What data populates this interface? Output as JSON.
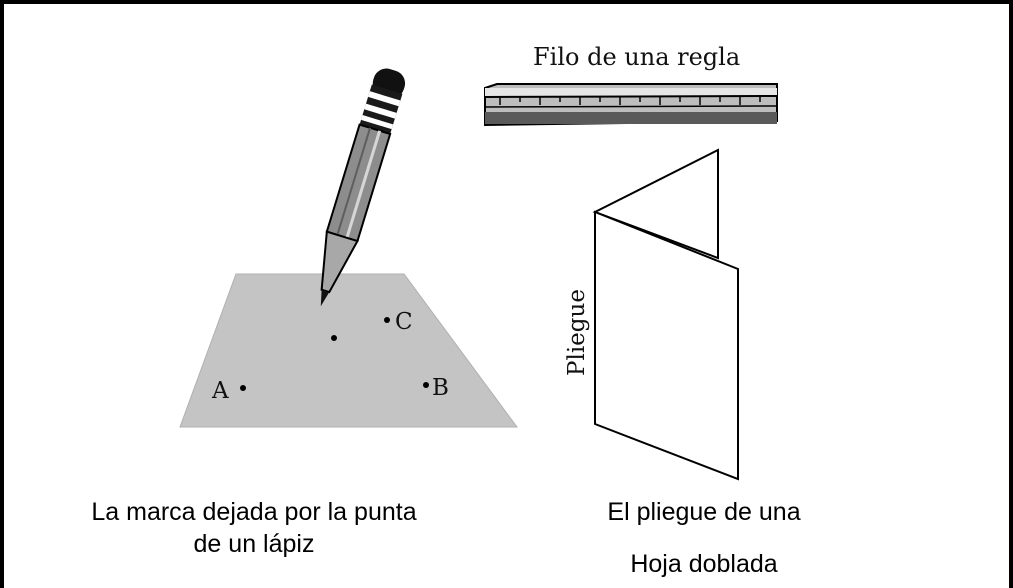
{
  "figure": {
    "ruler_label": "Filo de una regla",
    "fold_label": "Pliegue",
    "points": [
      {
        "label": "A",
        "side": "left"
      },
      {
        "label": "B",
        "side": "right"
      },
      {
        "label": "C",
        "side": "right"
      }
    ],
    "caption_left": [
      "La marca dejada por la punta",
      "de un lápiz"
    ],
    "caption_right": [
      "El pliegue de una",
      "Hoja doblada"
    ]
  },
  "colors": {
    "sheet": "#c4c4c4",
    "ruler": "#bdbdbd",
    "pencil": "#8d8d8d",
    "outline": "#000000"
  }
}
